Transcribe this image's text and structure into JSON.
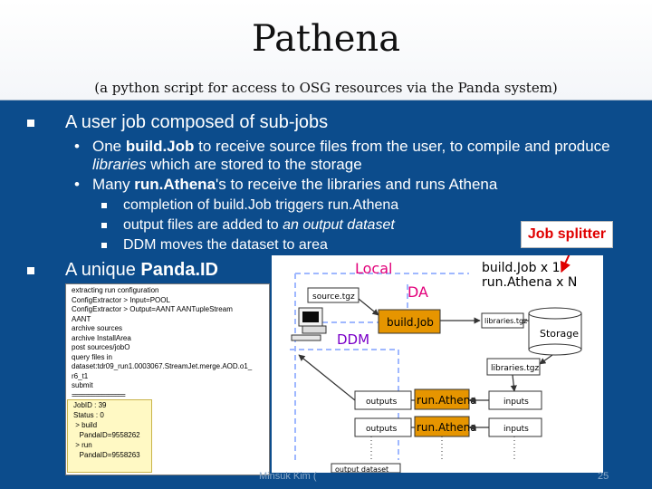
{
  "slide": {
    "title": "Pathena",
    "subtitle": "(a python script for access to OSG resources via the Panda system)",
    "bullet1": "A user job composed of sub-jobs",
    "sub1": [
      {
        "plain_a": "One ",
        "bold": "build.Job",
        "plain_b": " to receive source files from the user, to compile and produce ",
        "italic": "libraries",
        "plain_c": " which are stored to the storage"
      },
      {
        "plain_a": "Many ",
        "bold": "run.Athena",
        "plain_b": "'s to receive the libraries and runs Athena"
      }
    ],
    "subsub": [
      {
        "text": "completion of build.Job triggers run.Athena"
      },
      {
        "plain": "output files are added to ",
        "italic": "an output dataset"
      },
      {
        "text": "DDM moves the dataset to area"
      }
    ],
    "bullet2_plain": "A unique ",
    "bullet2_bold": "Panda.ID",
    "log_lines": [
      "extracting run configuration",
      "ConfigExtractor > Input=POOL",
      "ConfigExtractor > Output=AANT AANTupleStream",
      "AANT",
      "archive sources",
      "archive InstallArea",
      "post sources/jobO",
      "query files in",
      "dataset:tdr09_run1.0003067.StreamJet.merge.AOD.o1_",
      "r6_t1",
      "submit"
    ],
    "log_sep": "================",
    "job_lines": [
      "JobID : 39",
      "Status : 0",
      " > build",
      "   PandaID=9558262",
      " > run",
      "   PandaID=9558263"
    ],
    "job_splitter": "Job splitter",
    "footer_author": "Minsuk Kim (",
    "footer_page": "25"
  },
  "diagram": {
    "local_label": "Local",
    "da_label": "DA",
    "ddm_label": "DDM",
    "build_job_count": "build.Job x 1",
    "run_athena_count": "run.Athena x N",
    "source_tgz": "source.tgz",
    "libraries_tgz_top": "libraries.tgz",
    "storage": "Storage",
    "libraries_tgz_mid": "libraries.tgz",
    "outputs": "outputs",
    "inputs": "inputs",
    "build_job": "build.Job",
    "run_athena": "run.Athena",
    "output_dataset": "output dataset"
  },
  "colors": {
    "background": "#0c4c8c",
    "job_splitter_text": "#e00000",
    "process_box": "#e69500",
    "dashed_border": "#9fb8ff"
  },
  "icons": [
    "square-bullet",
    "dot-bullet",
    "computer-icon",
    "storage-cylinder-icon",
    "red-arrow"
  ]
}
